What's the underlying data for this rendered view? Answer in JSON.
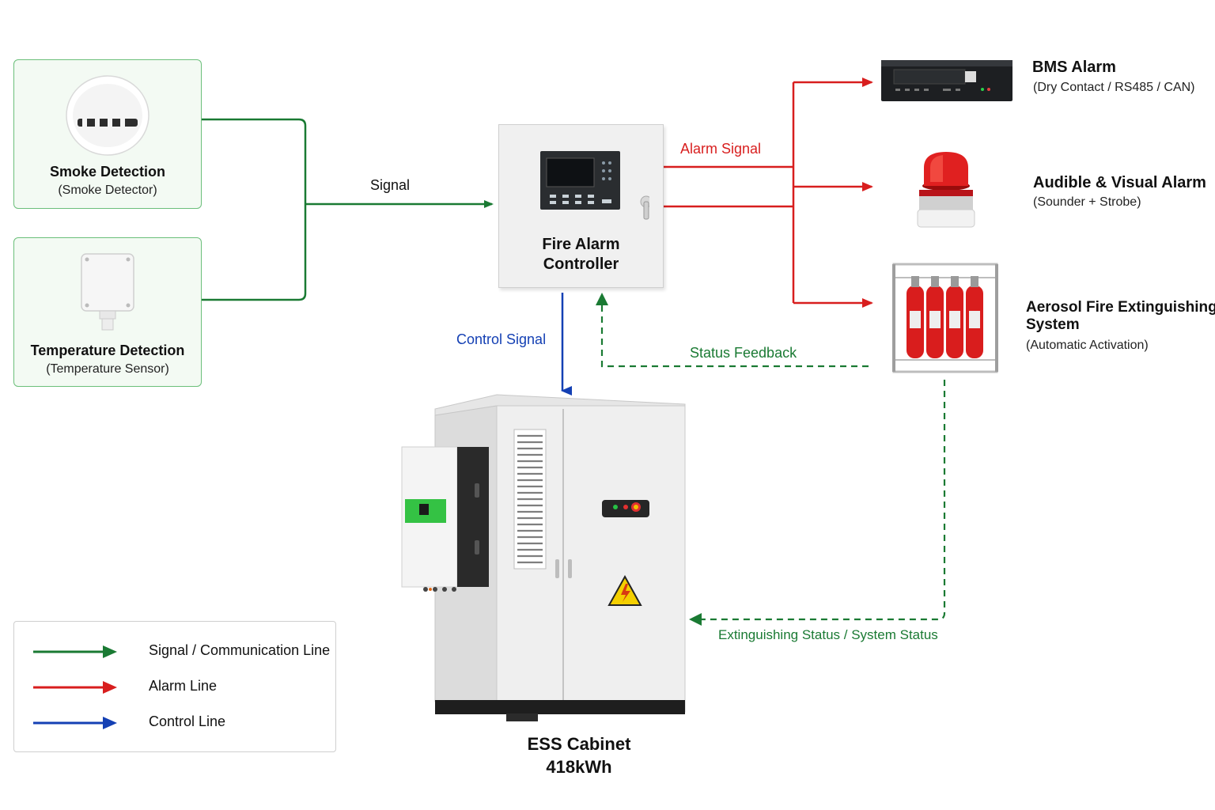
{
  "detectors": {
    "smoke": {
      "title": "Smoke Detection",
      "sub": "(Smoke Detector)"
    },
    "temperature": {
      "title": "Temperature Detection",
      "sub": "(Temperature Sensor)"
    }
  },
  "controller": {
    "title_line1": "Fire Alarm",
    "title_line2": "Controller"
  },
  "edges": {
    "signal": "Signal",
    "alarm_signal": "Alarm Signal",
    "control_signal": "Control Signal",
    "status_feedback": "Status Feedback",
    "extinguishing_status": "Extinguishing Status / System Status"
  },
  "outputs": {
    "bms": {
      "title": "BMS Alarm",
      "sub": "(Dry Contact / RS485 / CAN)"
    },
    "audible": {
      "title": "Audible & Visual Alarm",
      "sub": "(Sounder + Strobe)"
    },
    "aerosol": {
      "title_line1": "Aerosol Fire Extinguishing",
      "title_line2": "System",
      "sub": "(Automatic Activation)"
    }
  },
  "cabinet": {
    "title_line1": "ESS Cabinet",
    "title_line2": "418kWh"
  },
  "legend": {
    "items": [
      {
        "label": "Signal / Communication Line",
        "color": "#1a7a33"
      },
      {
        "label": "Alarm Line",
        "color": "#d81e1e"
      },
      {
        "label": "Control Line",
        "color": "#1440b4"
      }
    ]
  },
  "colors": {
    "signal": "#1a7a33",
    "alarm": "#d81e1e",
    "control": "#1440b4",
    "feedback": "#1a7a33"
  }
}
